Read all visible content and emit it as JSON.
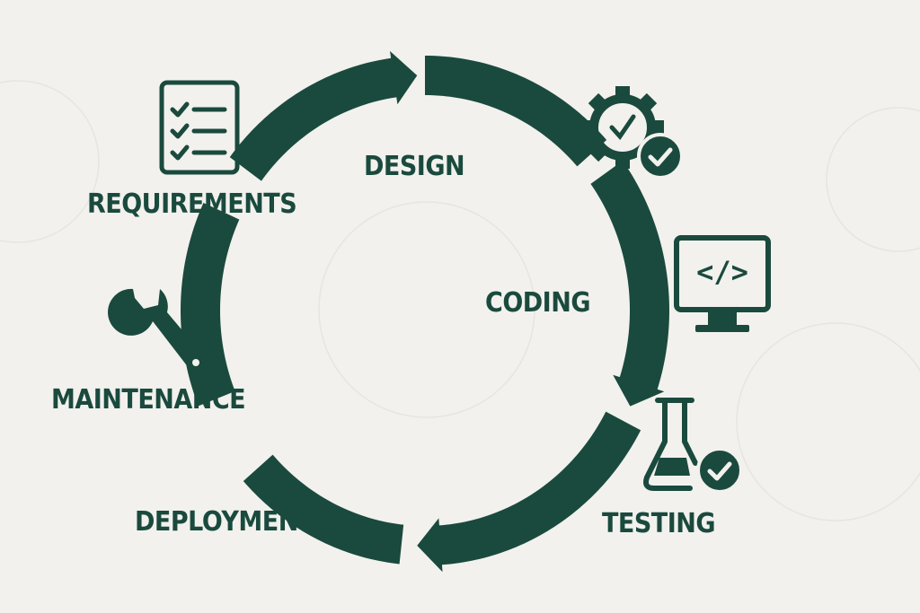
{
  "title": "Software Development Life Cycle",
  "colors": {
    "primary": "#1a4a3d",
    "background": "#f2f1ee"
  },
  "stages": [
    {
      "name": "REQUIREMENTS",
      "icon": "checklist-icon"
    },
    {
      "name": "DESIGN",
      "icon": "gear-check-icon"
    },
    {
      "name": "CODING",
      "icon": "monitor-code-icon"
    },
    {
      "name": "TESTING",
      "icon": "flask-check-icon"
    },
    {
      "name": "DEPLOYMENT",
      "icon": "none"
    },
    {
      "name": "MAINTENANCE",
      "icon": "wrench-icon"
    }
  ],
  "code_glyph": "</>"
}
